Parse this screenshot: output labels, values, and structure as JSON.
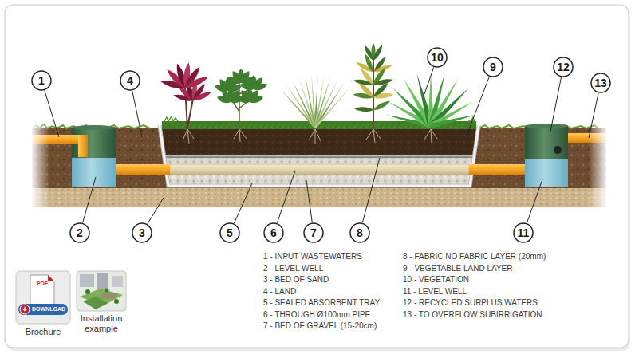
{
  "diagram": {
    "nodes": [
      {
        "text": [
          "1"
        ]
      },
      {
        "text": [
          "2"
        ]
      },
      {
        "text": [
          "3"
        ]
      },
      {
        "text": [
          "4"
        ]
      },
      {
        "text": [
          "5"
        ]
      },
      {
        "text": [
          "6"
        ]
      },
      {
        "text": [
          "7"
        ]
      },
      {
        "text": [
          "8"
        ]
      },
      {
        "text": [
          "9"
        ]
      },
      {
        "text": [
          "10"
        ]
      },
      {
        "text": [
          "11"
        ]
      },
      {
        "text": [
          "12"
        ]
      },
      {
        "text": [
          "13"
        ]
      },
      {
        "text": [
          "PDF",
          "DOWNLOAD",
          "Brochure"
        ]
      },
      {
        "text": [
          "Installation example"
        ]
      }
    ],
    "labels": [
      "1 - INPUT WASTEWATERS",
      "2 - LEVEL WELL",
      "3 - BED OF SAND",
      "4 - LAND",
      "5 - SEALED ABSORBENT TRAY",
      "6 - THROUGH Ø100mm PIPE",
      "7 - BED OF GRAVEL (15-20cm)",
      "8 - FABRIC NO FABRIC LAYER (20mm)",
      "9 - VEGETABLE LAND LAYER",
      "10 - VEGETATION",
      "11 - LEVEL WELL",
      "12 - RECYCLED SURPLUS WATERS",
      "13 - TO OVERFLOW SUBIRRIGATION"
    ]
  }
}
